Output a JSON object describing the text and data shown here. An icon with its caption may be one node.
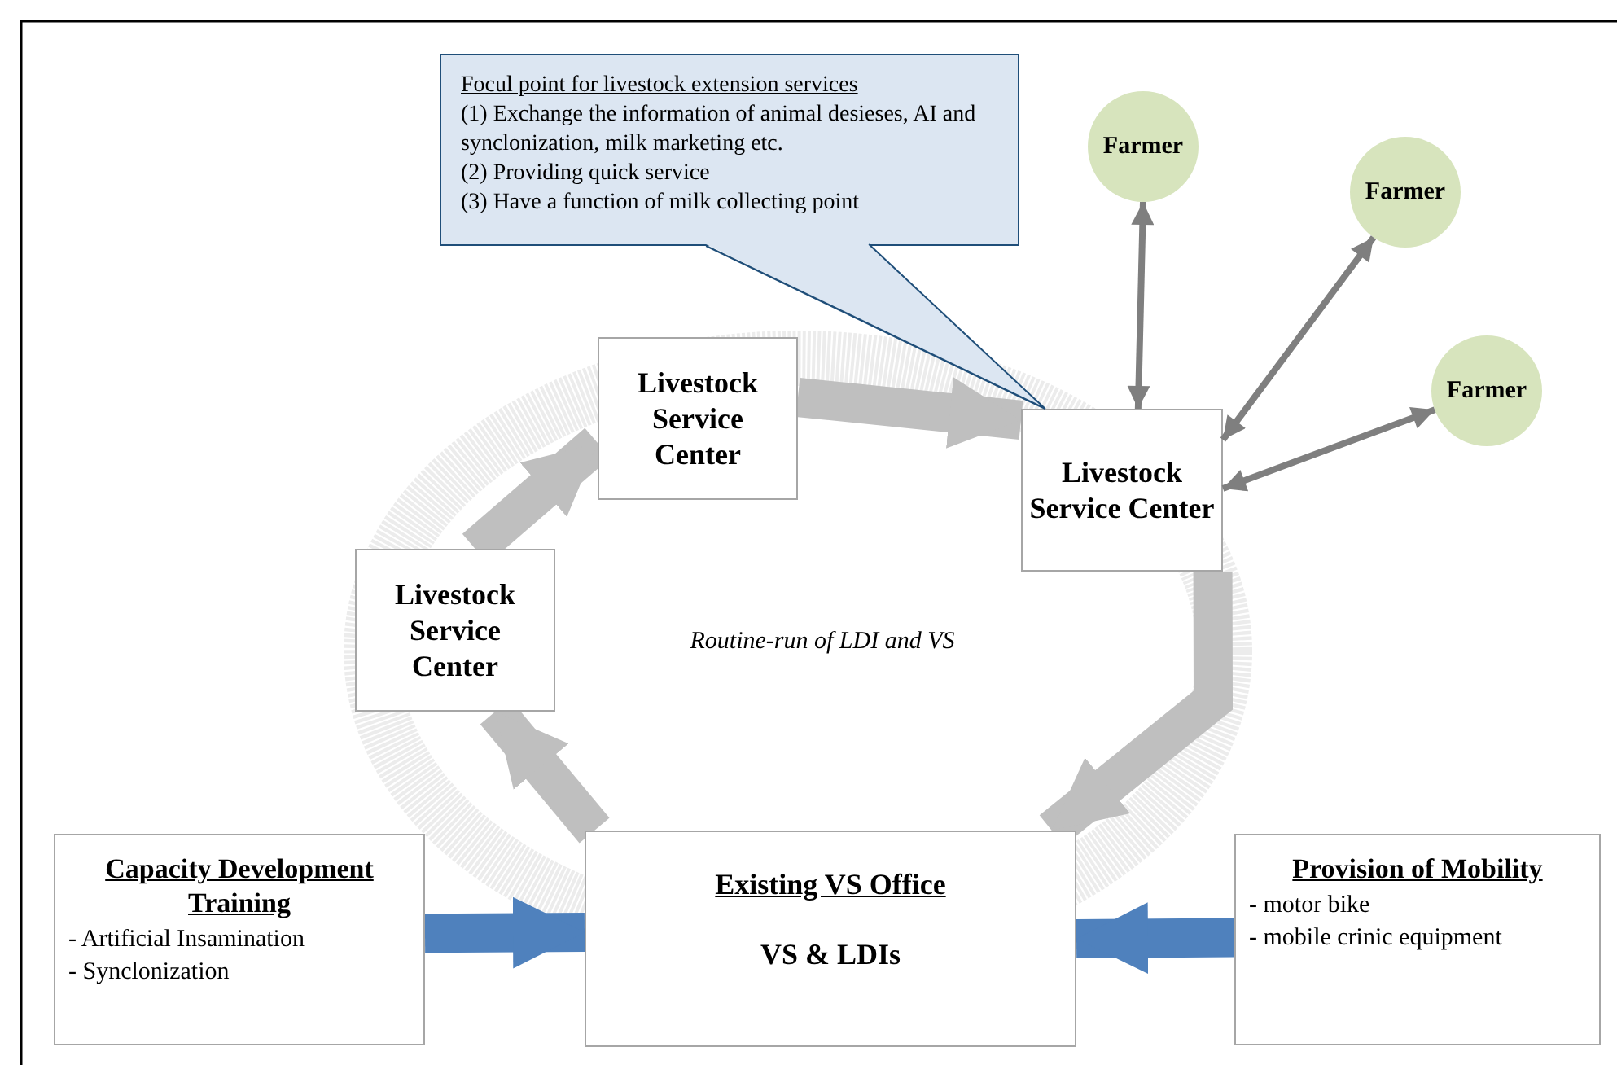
{
  "diagram": {
    "nodes": [
      {
        "text": [
          "Focul point for livestock extension services",
          "(1) Exchange the information of animal desieses, AI and synclonization, milk marketing etc.",
          "(2) Providing quick service",
          "(3) Have a function of milk collecting point"
        ]
      },
      {
        "text": [
          "Livestock Service Center"
        ]
      },
      {
        "text": [
          "Livestock Service Center"
        ]
      },
      {
        "text": [
          "Livestock Service Center"
        ]
      },
      {
        "text": [
          "Farmer"
        ]
      },
      {
        "text": [
          "Farmer"
        ]
      },
      {
        "text": [
          "Farmer"
        ]
      },
      {
        "text": [
          "Capacity Development Training",
          "- Artificial Insamination",
          "- Synclonization"
        ]
      },
      {
        "text": [
          "Existing VS Office",
          "VS & LDIs"
        ]
      },
      {
        "text": [
          "Provision of Mobility",
          "- motor bike",
          "- mobile crinic equipment"
        ]
      }
    ],
    "edges": [
      {
        "from": 0,
        "to": 3,
        "arrow": "none",
        "color": "#1f4e79"
      },
      {
        "from": 8,
        "to": 1,
        "arrow": "to",
        "color": "#bfbfbf"
      },
      {
        "from": 1,
        "to": 2,
        "arrow": "to",
        "color": "#bfbfbf"
      },
      {
        "from": 2,
        "to": 3,
        "arrow": "to",
        "color": "#bfbfbf"
      },
      {
        "from": 3,
        "to": 8,
        "arrow": "to",
        "color": "#bfbfbf"
      },
      {
        "from": 3,
        "to": 4,
        "arrow": "both",
        "color": "#7f7f7f"
      },
      {
        "from": 3,
        "to": 5,
        "arrow": "both",
        "color": "#7f7f7f"
      },
      {
        "from": 3,
        "to": 6,
        "arrow": "both",
        "color": "#7f7f7f"
      },
      {
        "from": 7,
        "to": 8,
        "arrow": "to",
        "color": "#4f81bd"
      },
      {
        "from": 9,
        "to": 8,
        "arrow": "to",
        "color": "#4f81bd"
      }
    ],
    "labels": [
      "Routine-run of LDI and VS"
    ]
  }
}
